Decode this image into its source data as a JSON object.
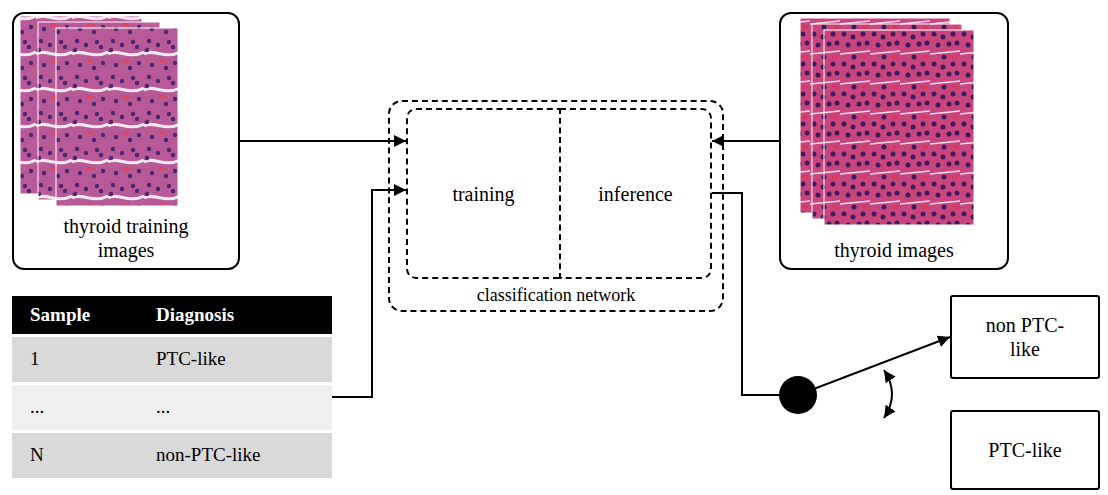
{
  "diagram": {
    "nodes": [
      {
        "text": [
          "thyroid training images"
        ]
      },
      {
        "text": [
          "classification network"
        ]
      },
      {
        "text": [
          "training"
        ],
        "in": 1
      },
      {
        "text": [
          "inference"
        ],
        "in": 1
      },
      {
        "text": [
          "thyroid images"
        ]
      },
      {
        "text": [
          "Sample",
          "Diagnosis",
          "1",
          "PTC-like",
          "...",
          "...",
          "N",
          "non-PTC-like"
        ]
      },
      {
        "text": [
          "non PTC-like"
        ]
      },
      {
        "text": [
          "PTC-like"
        ]
      }
    ],
    "edges": [
      {
        "from": 0,
        "to": 2,
        "arrow": "to"
      },
      {
        "from": 5,
        "to": 2,
        "arrow": "to"
      },
      {
        "from": 4,
        "to": 3,
        "arrow": "to"
      },
      {
        "from": 3,
        "to": 6,
        "arrow": "to"
      }
    ]
  }
}
